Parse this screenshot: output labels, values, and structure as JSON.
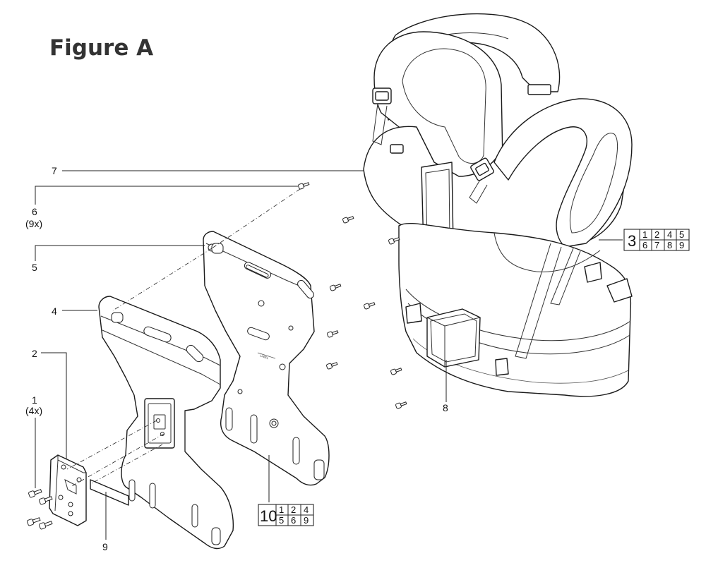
{
  "figure_title": "Figure A",
  "callouts": {
    "c1": "1",
    "c1_qty": "(4x)",
    "c2": "2",
    "c4": "4",
    "c5": "5",
    "c6": "6",
    "c6_qty": "(9x)",
    "c7": "7",
    "c8": "8",
    "c9": "9"
  },
  "kits": {
    "kit3": {
      "number": "3",
      "parts": [
        "1",
        "2",
        "4",
        "5",
        "6",
        "7",
        "8",
        "9"
      ]
    },
    "kit10": {
      "number": "10",
      "parts": [
        "1",
        "2",
        "4",
        "5",
        "6",
        "9"
      ]
    }
  },
  "icons": [
    "harness-vest",
    "back-plate",
    "mounting-plate",
    "adapter-plate",
    "screw",
    "adhesive-strip",
    "belt-pocket"
  ],
  "colors": {
    "line": "#222222",
    "title": "#333333",
    "background": "#ffffff"
  }
}
